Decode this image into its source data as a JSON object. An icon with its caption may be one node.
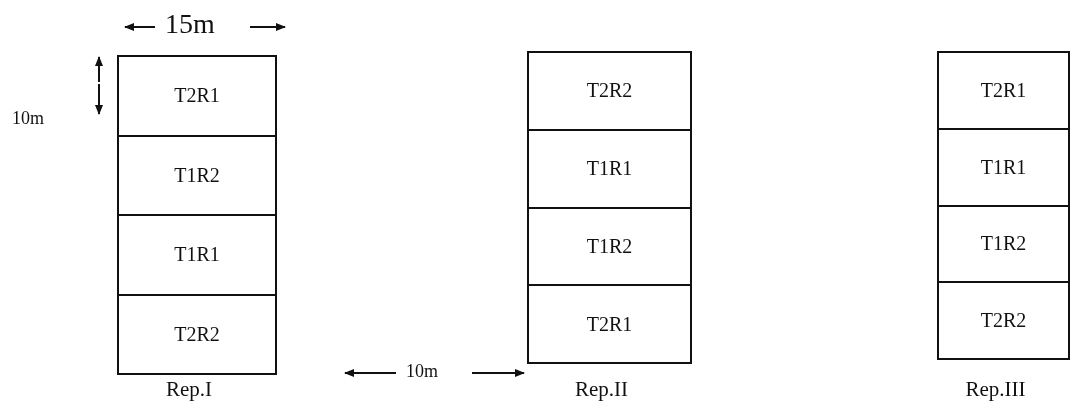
{
  "diagram": {
    "nodes": [
      {
        "text": [
          "Rep.I"
        ]
      },
      {
        "text": [
          "T2R1"
        ],
        "in": 0
      },
      {
        "text": [
          "T1R2"
        ],
        "in": 0
      },
      {
        "text": [
          "T1R1"
        ],
        "in": 0
      },
      {
        "text": [
          "T2R2"
        ],
        "in": 0
      },
      {
        "text": [
          "Rep.II"
        ]
      },
      {
        "text": [
          "T2R2"
        ],
        "in": 5
      },
      {
        "text": [
          "T1R1"
        ],
        "in": 5
      },
      {
        "text": [
          "T1R2"
        ],
        "in": 5
      },
      {
        "text": [
          "T2R1"
        ],
        "in": 5
      },
      {
        "text": [
          "Rep.III"
        ]
      },
      {
        "text": [
          "T2R1"
        ],
        "in": 10
      },
      {
        "text": [
          "T1R1"
        ],
        "in": 10
      },
      {
        "text": [
          "T1R2"
        ],
        "in": 10
      },
      {
        "text": [
          "T2R2"
        ],
        "in": 10
      }
    ],
    "labels": [
      "15m",
      "10m",
      "10m"
    ]
  }
}
